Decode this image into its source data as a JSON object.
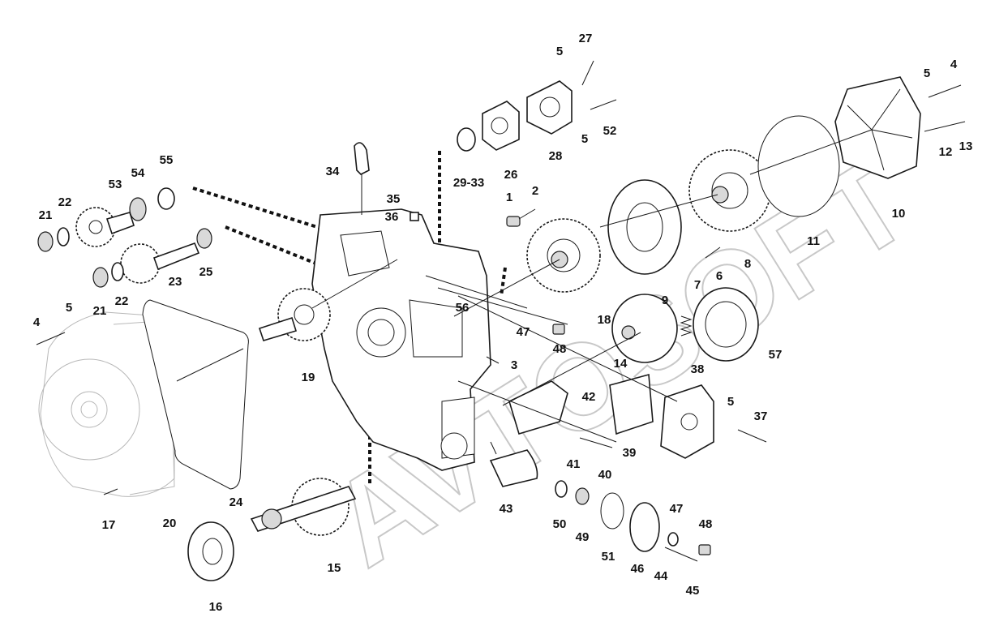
{
  "diagram": {
    "callouts": [
      {
        "id": "27",
        "label": "27"
      },
      {
        "id": "5a",
        "label": "5"
      },
      {
        "id": "52",
        "label": "52"
      },
      {
        "id": "5b",
        "label": "5"
      },
      {
        "id": "28",
        "label": "28"
      },
      {
        "id": "26",
        "label": "26"
      },
      {
        "id": "29-33",
        "label": "29-33"
      },
      {
        "id": "34",
        "label": "34"
      },
      {
        "id": "35",
        "label": "35"
      },
      {
        "id": "36",
        "label": "36"
      },
      {
        "id": "55",
        "label": "55"
      },
      {
        "id": "54",
        "label": "54"
      },
      {
        "id": "53",
        "label": "53"
      },
      {
        "id": "22a",
        "label": "22"
      },
      {
        "id": "21a",
        "label": "21"
      },
      {
        "id": "25",
        "label": "25"
      },
      {
        "id": "23",
        "label": "23"
      },
      {
        "id": "22b",
        "label": "22"
      },
      {
        "id": "21b",
        "label": "21"
      },
      {
        "id": "4a",
        "label": "4"
      },
      {
        "id": "5c",
        "label": "5"
      },
      {
        "id": "19",
        "label": "19"
      },
      {
        "id": "1",
        "label": "1"
      },
      {
        "id": "2",
        "label": "2"
      },
      {
        "id": "56",
        "label": "56"
      },
      {
        "id": "47a",
        "label": "47"
      },
      {
        "id": "48a",
        "label": "48"
      },
      {
        "id": "3",
        "label": "3"
      },
      {
        "id": "18",
        "label": "18"
      },
      {
        "id": "9",
        "label": "9"
      },
      {
        "id": "7",
        "label": "7"
      },
      {
        "id": "6",
        "label": "6"
      },
      {
        "id": "8",
        "label": "8"
      },
      {
        "id": "11",
        "label": "11"
      },
      {
        "id": "10",
        "label": "10"
      },
      {
        "id": "5d",
        "label": "5"
      },
      {
        "id": "4b",
        "label": "4"
      },
      {
        "id": "12",
        "label": "12"
      },
      {
        "id": "13",
        "label": "13"
      },
      {
        "id": "14",
        "label": "14"
      },
      {
        "id": "57",
        "label": "57"
      },
      {
        "id": "38",
        "label": "38"
      },
      {
        "id": "5e",
        "label": "5"
      },
      {
        "id": "37",
        "label": "37"
      },
      {
        "id": "42",
        "label": "42"
      },
      {
        "id": "39",
        "label": "39"
      },
      {
        "id": "41",
        "label": "41"
      },
      {
        "id": "40",
        "label": "40"
      },
      {
        "id": "43",
        "label": "43"
      },
      {
        "id": "50",
        "label": "50"
      },
      {
        "id": "49",
        "label": "49"
      },
      {
        "id": "51",
        "label": "51"
      },
      {
        "id": "46",
        "label": "46"
      },
      {
        "id": "44",
        "label": "44"
      },
      {
        "id": "45",
        "label": "45"
      },
      {
        "id": "47b",
        "label": "47"
      },
      {
        "id": "48b",
        "label": "48"
      },
      {
        "id": "24",
        "label": "24"
      },
      {
        "id": "17",
        "label": "17"
      },
      {
        "id": "20",
        "label": "20"
      },
      {
        "id": "15",
        "label": "15"
      },
      {
        "id": "16",
        "label": "16"
      }
    ],
    "watermark": "AVTOSOFT"
  }
}
